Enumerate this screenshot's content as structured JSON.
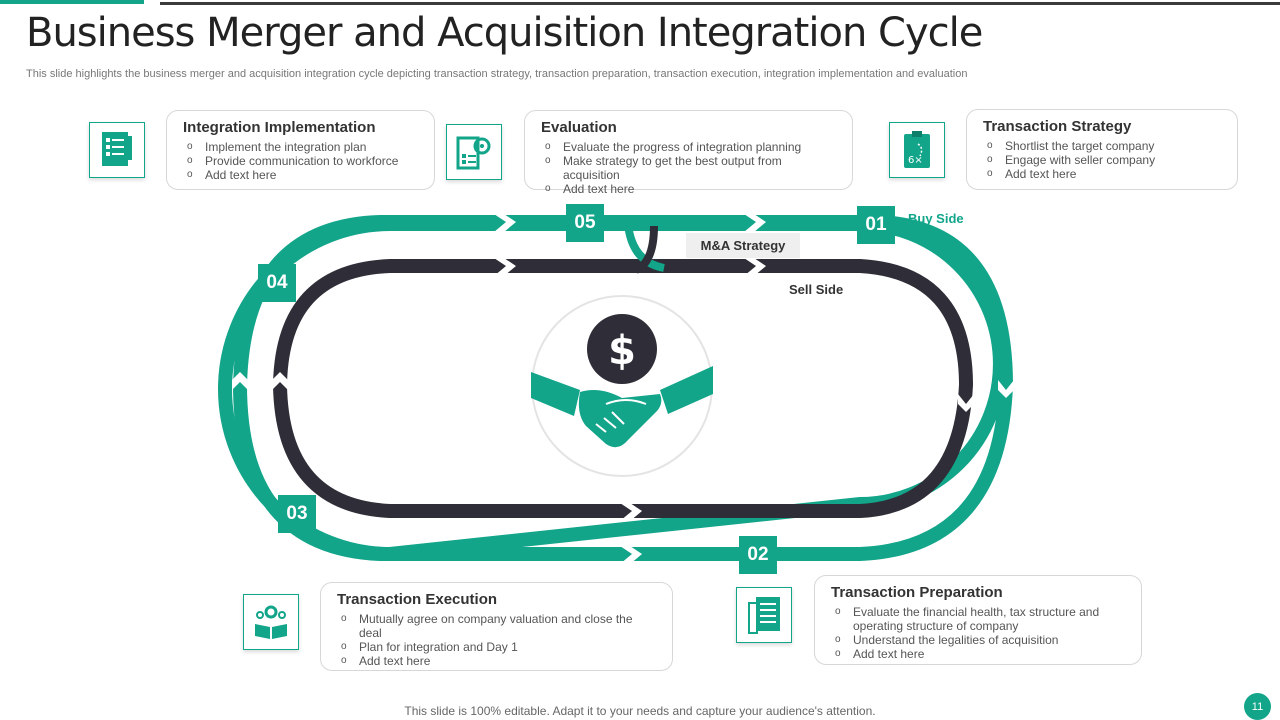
{
  "title": "Business Merger and Acquisition Integration Cycle",
  "subtitle": "This slide highlights the business merger and acquisition integration cycle depicting transaction strategy, transaction preparation, transaction execution, integration implementation and evaluation",
  "cards": {
    "integration": {
      "title": "Integration Implementation",
      "items": [
        "Implement the integration plan",
        "Provide communication to workforce",
        "Add text here"
      ]
    },
    "evaluation": {
      "title": "Evaluation",
      "items": [
        "Evaluate the progress of integration planning",
        "Make strategy to get the best output from acquisition",
        "Add text here"
      ]
    },
    "strategy": {
      "title": "Transaction Strategy",
      "items": [
        "Shortlist the target company",
        "Engage with seller company",
        "Add text here"
      ]
    },
    "execution": {
      "title": "Transaction Execution",
      "items": [
        "Mutually agree on company valuation and close the deal",
        "Plan for integration and Day 1",
        "Add text here"
      ]
    },
    "preparation": {
      "title": "Transaction Preparation",
      "items": [
        "Evaluate the financial health, tax structure and operating structure of company",
        "Understand the legalities of acquisition",
        "Add text here"
      ]
    }
  },
  "cycle": {
    "steps": [
      "01",
      "02",
      "03",
      "04",
      "05"
    ],
    "buy_side": "Buy Side",
    "sell_side": "Sell Side",
    "center_label": "M&A Strategy",
    "center_symbol": "$"
  },
  "icons": {
    "integration": "checklist-icon",
    "evaluation": "evaluation-gear-icon",
    "strategy": "strategy-clipboard-icon",
    "execution": "book-gears-icon",
    "preparation": "document-list-icon",
    "center": "handshake-dollar-icon"
  },
  "colors": {
    "accent": "#12a58a",
    "dark": "#2f2d37"
  },
  "footer": "This slide is 100% editable. Adapt it to your needs and capture your audience's attention.",
  "page_number": "11"
}
